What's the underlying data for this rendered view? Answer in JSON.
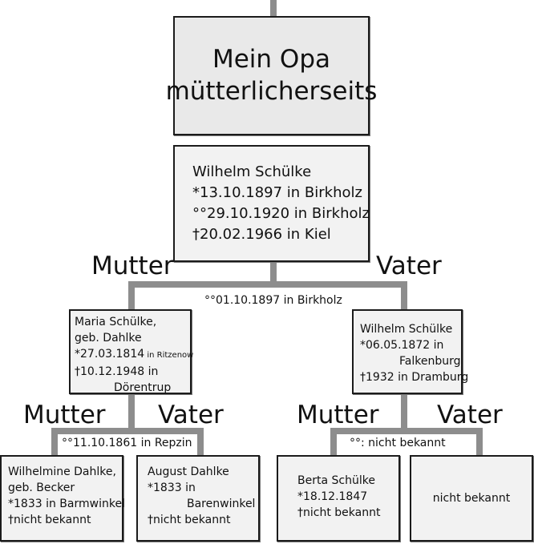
{
  "title": {
    "line1": "Mein Opa",
    "line2": "mütterlicherseits"
  },
  "main_person": {
    "name": "Wilhelm Schülke",
    "birth": "*13.10.1897 in Birkholz",
    "marriage": "°°29.10.1920 in Birkholz",
    "death": "†20.02.1966 in Kiel"
  },
  "labels": {
    "main_mutter": "Mutter",
    "main_vater": "Vater",
    "left_mutter": "Mutter",
    "left_vater": "Vater",
    "right_mutter": "Mutter",
    "right_vater": "Vater"
  },
  "marriages": {
    "parents": "°°01.10.1897 in Birkholz",
    "maternal_grandparents": "°°11.10.1861 in Repzin",
    "paternal_grandparents": "°°: nicht bekannt"
  },
  "mother": {
    "name": "Maria Schülke,",
    "maiden": "geb. Dahlke",
    "birth_date": "*27.03.1814",
    "birth_place": " in Ritzenow",
    "death_date": "†10.12.1948 in",
    "death_place": "Dörentrup"
  },
  "father": {
    "name": "Wilhelm Schülke",
    "birth_date": "*06.05.1872 in",
    "birth_place": "Falkenburg",
    "death": "†1932 in Dramburg"
  },
  "maternal_grandmother": {
    "name": "Wilhelmine Dahlke,",
    "maiden": "geb. Becker",
    "birth": "*1833 in Barmwinkel",
    "death": "†nicht bekannt"
  },
  "maternal_grandfather": {
    "name": "August Dahlke",
    "birth_date": "*1833 in",
    "birth_place": "Barenwinkel",
    "death": "†nicht bekannt"
  },
  "paternal_grandmother": {
    "name": "Berta Schülke",
    "birth": "*18.12.1847",
    "death": "†nicht bekannt"
  },
  "paternal_grandfather": {
    "text": "nicht bekannt"
  }
}
